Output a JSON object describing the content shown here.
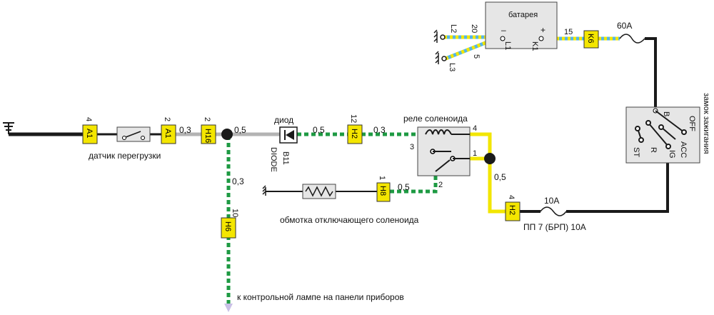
{
  "colors": {
    "black_wire": "#1a1a1a",
    "gray_wire": "#b3b3b3",
    "green_wire": "#1e9a43",
    "yellow_wire": "#f2e600",
    "blue_wire": "#55b6e6",
    "connector_fill": "#f4e600",
    "component_fill": "#e6e6e6"
  },
  "components": {
    "battery": {
      "label": "батарея",
      "minus": "–",
      "plus": "+"
    },
    "ignition": {
      "label": "замок зажигания",
      "positions": [
        "B",
        "OFF",
        "ACC",
        "IG",
        "R",
        "ST"
      ]
    },
    "relay": {
      "label": "реле соленоида",
      "pins": [
        "4",
        "3",
        "1",
        "2"
      ]
    },
    "diode": {
      "label": "диод",
      "code": "B11",
      "alt": "DIODE"
    },
    "overload_sensor": {
      "label": "датчик перегрузки"
    },
    "solenoid_coil": {
      "label": "обмотка отключающего соленоида"
    },
    "lamp_note": "к контрольной лампе на панели приборов",
    "fuse_60": "60А",
    "fuse_10": "10А",
    "fuse_pp7": "ПП 7 (БРП) 10А"
  },
  "grounds": {
    "L2": "L2",
    "L3": "L3",
    "L1": "L1",
    "K1": "K1",
    "n20": "20",
    "n5": "5",
    "n15": "15"
  },
  "connectors": {
    "A1a": {
      "code": "A1",
      "pin": "4"
    },
    "A1b": {
      "code": "A1",
      "pin": "2"
    },
    "H16": {
      "code": "H16",
      "pin": "2"
    },
    "H2a": {
      "code": "H2",
      "pin": "12"
    },
    "H8": {
      "code": "H8",
      "pin": "1"
    },
    "H6": {
      "code": "H6",
      "pin": "10"
    },
    "H2b": {
      "code": "H2",
      "pin": "4"
    },
    "K6": {
      "code": "K6",
      "pin": ""
    }
  },
  "wire_sizes": {
    "w1": "0,3",
    "w2": "0,5",
    "w3": "0,5",
    "w4": "0,3",
    "w5": "0,3",
    "w6": "0,5",
    "w7": "0,5"
  }
}
